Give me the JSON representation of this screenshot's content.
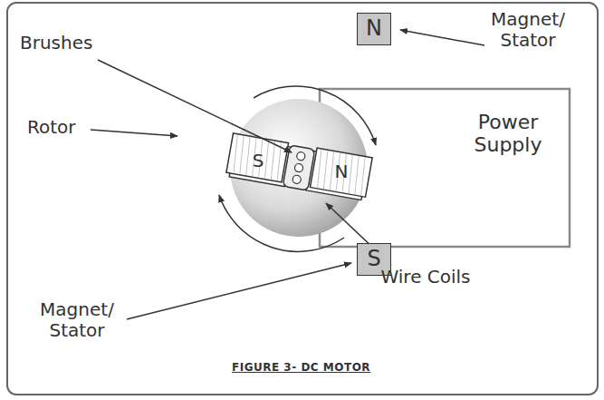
{
  "diagram": {
    "caption": "FIGURE 3- DC MOTOR",
    "nodes": [
      {
        "text": [
          "N"
        ]
      },
      {
        "text": [
          "Power Supply"
        ]
      },
      {
        "text": [
          "S"
        ]
      }
    ],
    "labels": [
      "Magnet/ Stator",
      "Brushes",
      "Rotor",
      "S",
      "N",
      "Wire Coils",
      "Magnet/ Stator"
    ]
  }
}
